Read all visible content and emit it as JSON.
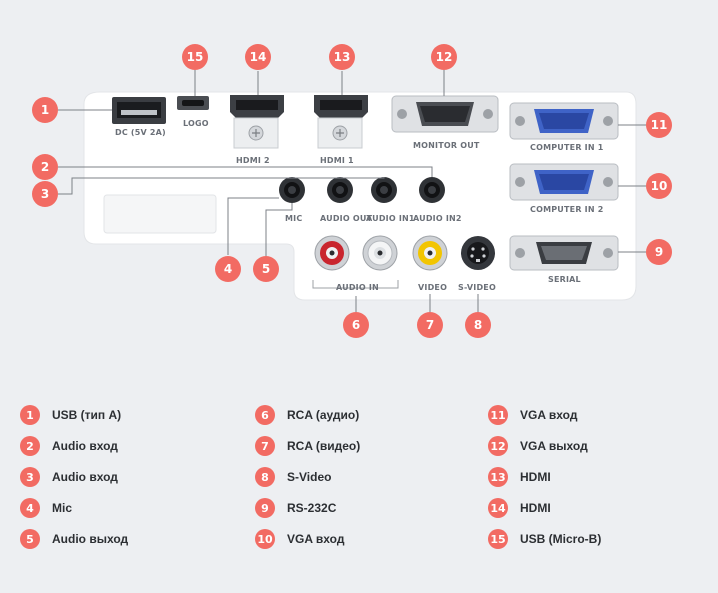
{
  "ports": {
    "dc": "DC (5V 2A)",
    "logo": "LOGO",
    "hdmi2": "HDMI 2",
    "hdmi1": "HDMI 1",
    "monitor_out": "MONITOR OUT",
    "computer_in1": "COMPUTER IN 1",
    "computer_in2": "COMPUTER IN 2",
    "mic": "MIC",
    "audio_out": "AUDIO OUT",
    "audio_in1": "AUDIO IN1",
    "audio_in2": "AUDIO IN2",
    "audio_in": "AUDIO IN",
    "video": "VIDEO",
    "s_video": "S-VIDEO",
    "serial": "SERIAL"
  },
  "callouts": {
    "n1": "1",
    "n2": "2",
    "n3": "3",
    "n4": "4",
    "n5": "5",
    "n6": "6",
    "n7": "7",
    "n8": "8",
    "n9": "9",
    "n10": "10",
    "n11": "11",
    "n12": "12",
    "n13": "13",
    "n14": "14",
    "n15": "15"
  },
  "colors": {
    "badge": "#f26b63",
    "panel": "#ffffff",
    "vga_blue": "#3f63c7",
    "rca_red": "#c9252e",
    "rca_yellow": "#f2c500"
  },
  "legend": [
    {
      "num": "1",
      "label": "USB (тип A)"
    },
    {
      "num": "2",
      "label": "Audio вход"
    },
    {
      "num": "3",
      "label": "Audio вход"
    },
    {
      "num": "4",
      "label": "Mic"
    },
    {
      "num": "5",
      "label": "Audio выход"
    },
    {
      "num": "6",
      "label": "RCA (аудио)"
    },
    {
      "num": "7",
      "label": "RCA (видео)"
    },
    {
      "num": "8",
      "label": "S-Video"
    },
    {
      "num": "9",
      "label": "RS-232C"
    },
    {
      "num": "10",
      "label": "VGA вход"
    },
    {
      "num": "11",
      "label": "VGA вход"
    },
    {
      "num": "12",
      "label": "VGA выход"
    },
    {
      "num": "13",
      "label": "HDMI"
    },
    {
      "num": "14",
      "label": "HDMI"
    },
    {
      "num": "15",
      "label": "USB (Micro-B)"
    }
  ]
}
